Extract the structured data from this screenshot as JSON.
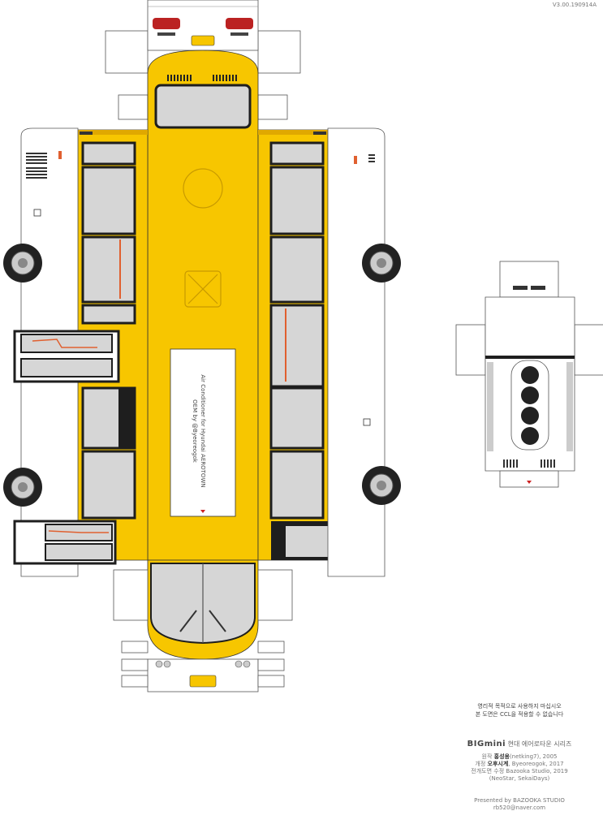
{
  "version": "V3.00.190914A",
  "ac_panel": {
    "line1": "Air Conditioner for Hyundai AEROTOWN",
    "line2": "OEM by @Byeoreogok"
  },
  "notice": {
    "line1": "영리적 목적으로 사용하지 마십시오",
    "line2": "본 도면은 CCL을 적용할 수 없습니다"
  },
  "series": {
    "logo": "BIGmini",
    "name": "현대 에어로타운 시리즈"
  },
  "credits": {
    "original_prefix": "원작",
    "original_name": "홍성용",
    "original_rest": "(netking7), 2005",
    "revision_prefix": "개정",
    "revision_name": "오후시계",
    "revision_rest": ", Byeoreogok, 2017",
    "full_prefix": "전개도면 수정",
    "full_rest": "Bazooka Studio, 2019",
    "contributors": "(NeoStar, SekaiDays)"
  },
  "presented": {
    "line1": "Presented by BAZOOKA STUDIO",
    "line2": "rb520@naver.com"
  },
  "colors": {
    "body_yellow": "#f7c600",
    "yellow_dark": "#e0a800",
    "window_gray": "#d6d6d6",
    "frame_black": "#1e1e1e",
    "accent_orange": "#e06030",
    "tab_white": "#ffffff",
    "line_gray": "#666666"
  }
}
